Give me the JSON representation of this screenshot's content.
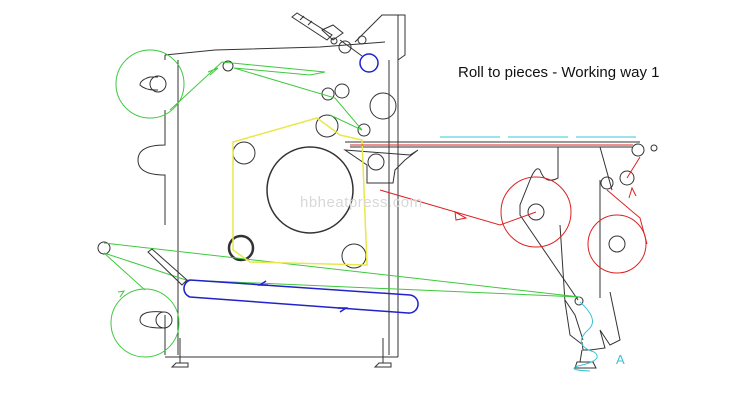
{
  "diagram": {
    "title": "Roll to pieces - Working way 1",
    "watermark": "hbheatpress.com",
    "point_label": "A"
  },
  "colors": {
    "frame": "#333333",
    "green": "#3ec93e",
    "yellow": "#e8e84a",
    "blue": "#2222cc",
    "red": "#dd2222",
    "cyan": "#39c4d6",
    "watermark": "#d8d8d8"
  }
}
